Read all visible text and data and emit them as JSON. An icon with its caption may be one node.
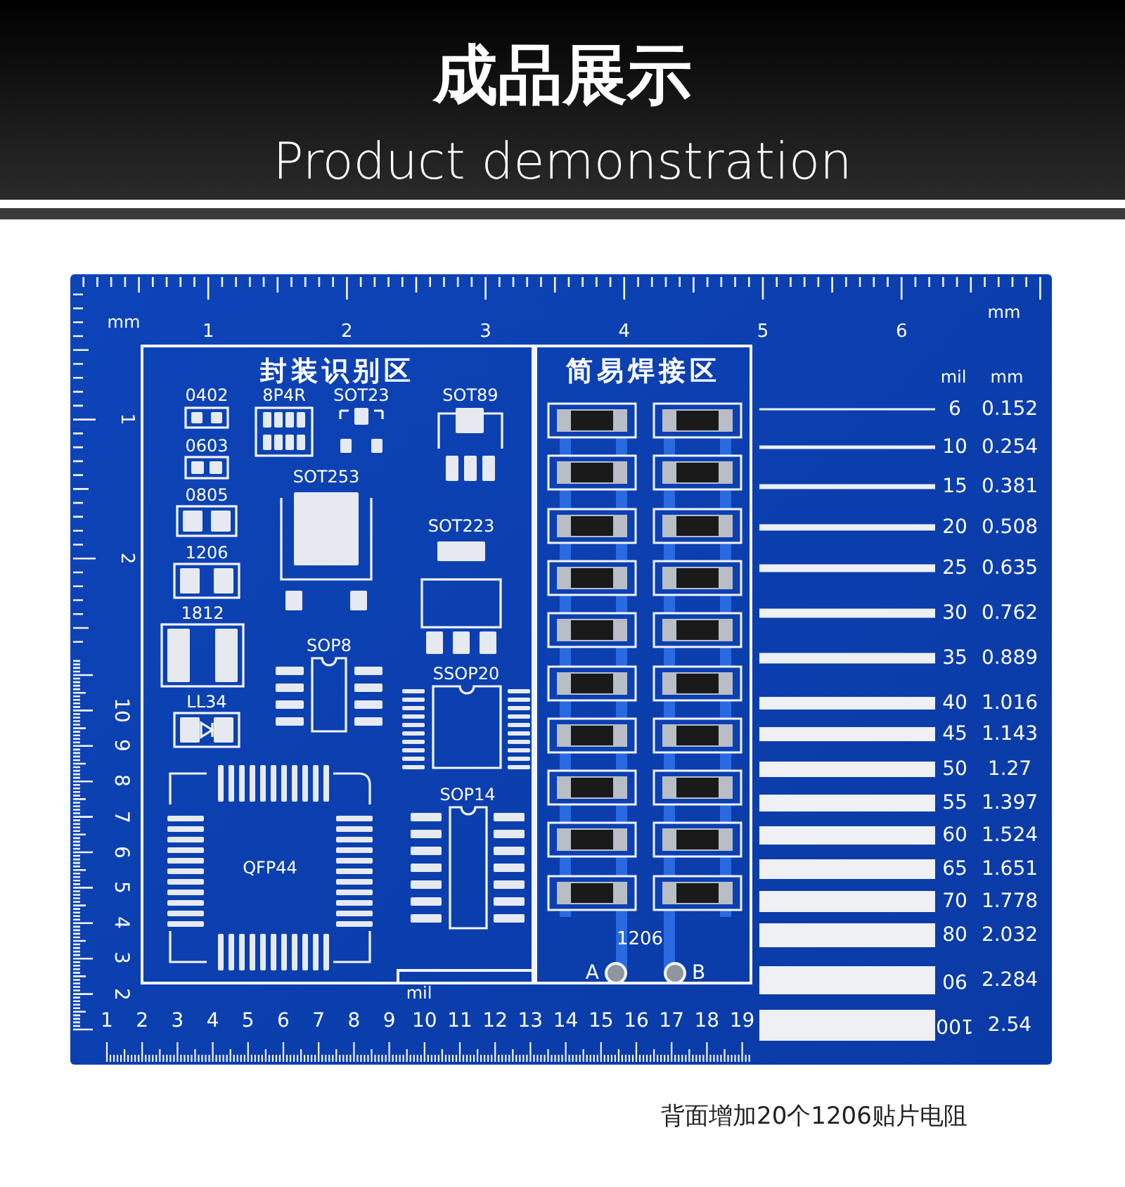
{
  "diagram": {
    "title": "成品展示",
    "caption": "背面增加20个1206贴片电阻",
    "nodes": [
      {
        "text": [
          "封装识别区"
        ]
      },
      {
        "text": [
          "0402"
        ],
        "in": 0
      },
      {
        "text": [
          "8P4R"
        ],
        "in": 0
      },
      {
        "text": [
          "SOT23"
        ],
        "in": 0
      },
      {
        "text": [
          "SOT89"
        ],
        "in": 0
      },
      {
        "text": [
          "0603"
        ],
        "in": 0
      },
      {
        "text": [
          "SOT253"
        ],
        "in": 0
      },
      {
        "text": [
          "0805"
        ],
        "in": 0
      },
      {
        "text": [
          "SOT223"
        ],
        "in": 0
      },
      {
        "text": [
          "1206"
        ],
        "in": 0
      },
      {
        "text": [
          "1812"
        ],
        "in": 0
      },
      {
        "text": [
          "SOP8"
        ],
        "in": 0
      },
      {
        "text": [
          "SSOP20"
        ],
        "in": 0
      },
      {
        "text": [
          "LL34"
        ],
        "in": 0
      },
      {
        "text": [
          "SOP14"
        ],
        "in": 0
      },
      {
        "text": [
          "QFP44"
        ],
        "in": 0
      },
      {
        "text": [
          "简易焊接区"
        ]
      },
      {
        "text": [],
        "shape": "circle",
        "in": 16,
        "beside": [
          "A"
        ]
      },
      {
        "text": [],
        "shape": "circle",
        "in": 16,
        "beside": [
          "B"
        ]
      }
    ],
    "labels": [
      "Product demonstration",
      "mm",
      "1",
      "2",
      "3",
      "4",
      "5",
      "6",
      "mm",
      "1",
      "2",
      "10",
      "9",
      "8",
      "7",
      "6",
      "5",
      "4",
      "3",
      "2",
      "mil",
      "mm",
      "6",
      "0.152",
      "10",
      "0.254",
      "15",
      "0.381",
      "20",
      "0.508",
      "25",
      "0.635",
      "30",
      "0.762",
      "35",
      "0.889",
      "40",
      "1.016",
      "45",
      "1.143",
      "50",
      "1.27",
      "55",
      "1.397",
      "60",
      "1.524",
      "65",
      "1.651",
      "70",
      "1.778",
      "80",
      "2.032",
      "90",
      "2.284",
      "100",
      "2.54",
      "mil",
      "1",
      "2",
      "3",
      "4",
      "5",
      "6",
      "7",
      "8",
      "9",
      "10",
      "11",
      "12",
      "13",
      "14",
      "15",
      "16",
      "17",
      "18",
      "19",
      "1206"
    ]
  }
}
